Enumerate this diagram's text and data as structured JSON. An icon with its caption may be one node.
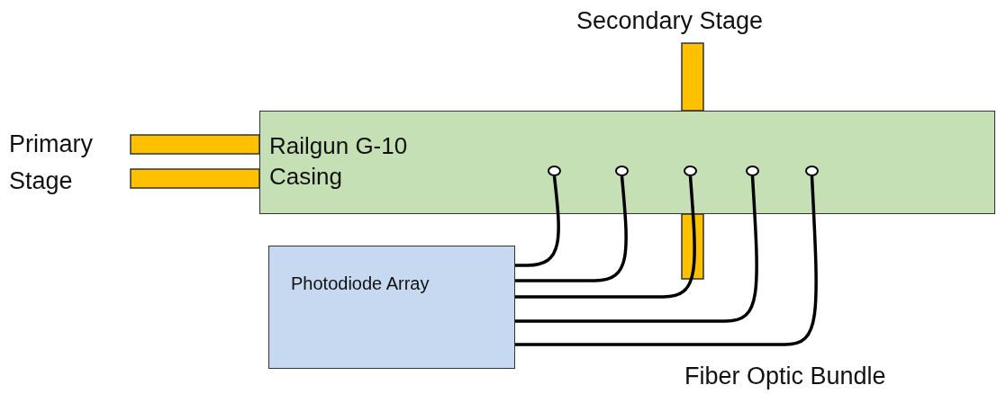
{
  "diagram": {
    "nodes": [
      {
        "text": [
          "Railgun G-10 Casing"
        ]
      },
      {
        "text": [],
        "shape": "circle",
        "in": 0
      },
      {
        "text": [],
        "shape": "circle",
        "in": 0
      },
      {
        "text": [],
        "shape": "circle",
        "in": 0
      },
      {
        "text": [],
        "shape": "circle",
        "in": 0
      },
      {
        "text": [],
        "shape": "circle",
        "in": 0
      },
      {
        "text": [
          "Photodiode Array"
        ]
      }
    ],
    "edges": [
      {
        "from": 1,
        "to": 6,
        "arrow": "none"
      },
      {
        "from": 2,
        "to": 6,
        "arrow": "none"
      },
      {
        "from": 3,
        "to": 6,
        "arrow": "none"
      },
      {
        "from": 4,
        "to": 6,
        "arrow": "none"
      },
      {
        "from": 5,
        "to": 6,
        "arrow": "none"
      }
    ],
    "labels": [
      "Primary Stage",
      "Secondary Stage",
      "Fiber Optic Bundle"
    ]
  }
}
